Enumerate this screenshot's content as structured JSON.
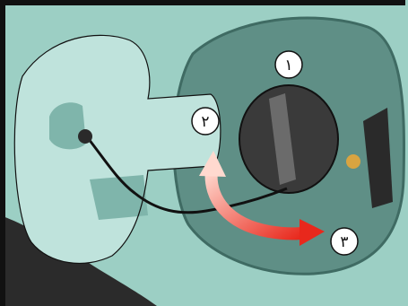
{
  "figure": {
    "description_hidden": false,
    "colors": {
      "background": "#9ccfc4",
      "frame": "#111111",
      "flap": "#bfe3dc",
      "flap_shadow": "#7fb5ab",
      "recess": "#5f8f86",
      "recess_rim": "#3f6b63",
      "cap": "#3a3a3a",
      "cap_light": "#6b6b6b",
      "arrow_start": "#ffd9cf",
      "arrow_end": "#e8281c",
      "latch": "#2a2a2a",
      "peg": "#d9a441",
      "tyre": "#2b2b2b"
    },
    "callouts": [
      {
        "id": "1",
        "label": "١",
        "target": "fuel-cap"
      },
      {
        "id": "2",
        "label": "٢",
        "target": "cap-tether-strap"
      },
      {
        "id": "3",
        "label": "٣",
        "target": "rotation-arrow"
      }
    ]
  }
}
